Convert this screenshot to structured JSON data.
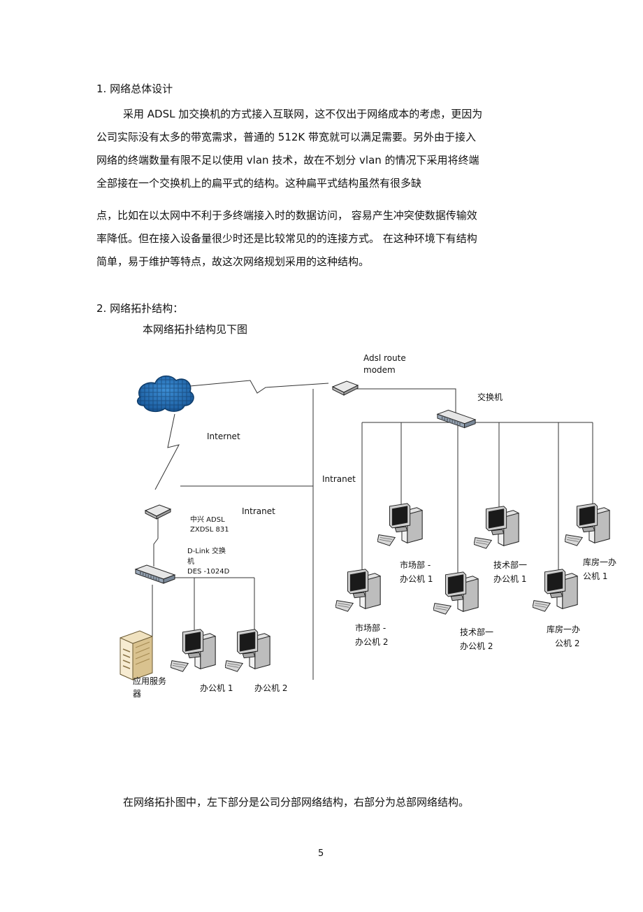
{
  "section1": {
    "heading": "1.  网络总体设计",
    "lines": [
      "采用 ADSL 加交换机的方式接入互联网，这不仅出于网络成本的考虑，更因为",
      "公司实际没有太多的带宽需求，普通的 512K 带宽就可以满足需要。另外由于接入",
      "网络的终端数量有限不足以使用 vlan 技术，故在不划分 vlan 的情况下采用将终端",
      "全部接在一个交换机上的扁平式的结构。这种扁平式结构虽然有很多缺",
      "点，比如在以太网中不利于多终端接入时的数据访问，  容易产生冲突使数据传输效",
      "率降低。但在接入设备量很少时还是比较常见的的连接方式。  在这种环境下有结构",
      "简单，易于维护等特点，故这次网络规划采用的这种结构。"
    ]
  },
  "section2": {
    "heading": "2. 网络拓扑结构：",
    "intro": "本网络拓扑结构见下图"
  },
  "diagram": {
    "labels": {
      "adsl_route_1": "Adsl route",
      "adsl_route_2": "modem",
      "switch_hq": "交换机",
      "internet": "Internet",
      "intranet_hq": "Intranet",
      "intranet_branch": "Intranet",
      "zte_1": "中兴  ADSL",
      "zte_2": "ZXDSL 831",
      "dlink_1": "D-Link  交换",
      "dlink_2": "机",
      "dlink_3": "DES -1024D",
      "server_1": "应用服务",
      "server_2": "器",
      "branch_pc1": "办公机 1",
      "branch_pc2": "办公机  2",
      "market1_1": "市场部 -",
      "market1_2": "办公机 1",
      "tech1_1": "技术部一",
      "tech1_2": "办公机  1",
      "store1_1": "库房一办",
      "store1_2": "公机 1",
      "market2_1": "市场部  -",
      "market2_2": "办公机  2",
      "tech2_1": "技术部一",
      "tech2_2": "办公机 2",
      "store2_1": "库房一办",
      "store2_2": "公机 2"
    }
  },
  "caption": "在网络拓扑图中，左下部分是公司分部网络结构，右部分为总部网络结构。",
  "page_number": "5"
}
